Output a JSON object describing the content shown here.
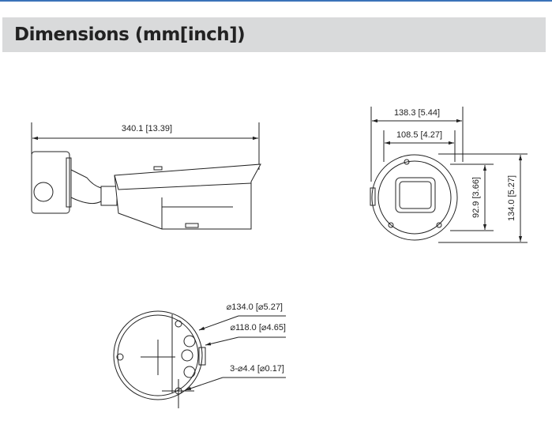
{
  "header": {
    "title": "Dimensions (mm[inch])",
    "accent": "#3b73b9"
  },
  "side_view": {
    "length": "340.1 [13.39]"
  },
  "front_view": {
    "width_outer": "138.3 [5.44]",
    "width_inner": "108.5 [4.27]",
    "height_inner": "92.9 [3.66]",
    "height_outer": "134.0 [5.27]"
  },
  "base_view": {
    "diameter_outer": "⌀134.0 [⌀5.27]",
    "diameter_inner": "⌀118.0 [⌀4.65]",
    "holes": "3-⌀4.4 [⌀0.17]"
  }
}
